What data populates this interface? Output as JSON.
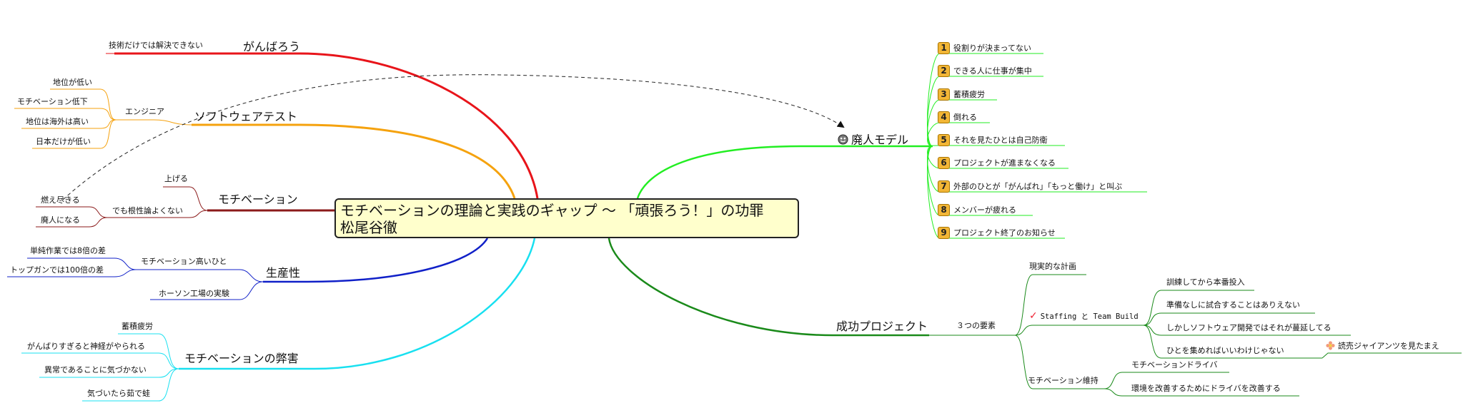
{
  "center": {
    "line1": "モチベーションの理論と実践のギャップ 〜 「頑張ろう！」の功罪",
    "line2": "松尾谷徹"
  },
  "left": {
    "ganbarou": {
      "label": "がんばろう",
      "child": "技術だけでは解決できない"
    },
    "test": {
      "label": "ソフトウェアテスト",
      "engineer": "エンジニア",
      "items": [
        "地位が低い",
        "モチベーション低下",
        "地位は海外は高い",
        "日本だけが低い"
      ]
    },
    "motivation": {
      "label": "モチベーション",
      "agero": "上げる",
      "konjo": "でも根性論よくない",
      "items": [
        "燃え尽きる",
        "廃人になる"
      ]
    },
    "productivity": {
      "label": "生産性",
      "high": "モチベーション高いひと",
      "items": [
        "単純作業では8倍の差",
        "トップガンでは100倍の差"
      ],
      "hawthorne": "ホーソン工場の実験"
    },
    "harm": {
      "label": "モチベーションの弊害",
      "items": [
        "蓄積疲労",
        "がんばりすぎると神経がやられる",
        "異常であることに気づかない",
        "気づいたら茹で蛙"
      ]
    }
  },
  "right": {
    "haijin": {
      "label": "廃人モデル",
      "icon": "smiley-icon",
      "items": [
        "役割りが決まってない",
        "できる人に仕事が集中",
        "蓄積疲労",
        "倒れる",
        "それを見たひとは自己防衛",
        "プロジェクトが進まなくなる",
        "外部のひとが「がんばれ」「もっと働け」と叫ぶ",
        "メンバーが疲れる",
        "プロジェクト終了のお知らせ"
      ],
      "numbers": [
        "1",
        "2",
        "3",
        "4",
        "5",
        "6",
        "7",
        "8",
        "9"
      ]
    },
    "success": {
      "label": "成功プロジェクト",
      "three": "３つの要素",
      "realistic": "現実的な計画",
      "staffing": "Staffing と Team Build",
      "check": "✓",
      "staffing_items": [
        "訓練してから本番投入",
        "準備なしに試合することはありえない",
        "しかしソフトウェア開発ではそれが蔓延してる",
        "ひとを集めればいいわけじゃない"
      ],
      "giants": "読売ジャイアンツを見たまえ",
      "keep": "モチベーション維持",
      "keep_items": [
        "モチベーションドライバ",
        "環境を改善するためにドライバを改善する"
      ]
    }
  },
  "colors": {
    "red": "#e8141a",
    "orange": "#f5a20e",
    "darkred": "#8b1a1a",
    "blue": "#1020c8",
    "cyan": "#18e0f0",
    "green": "#22ee22",
    "darkgreen": "#1a8a1a"
  }
}
